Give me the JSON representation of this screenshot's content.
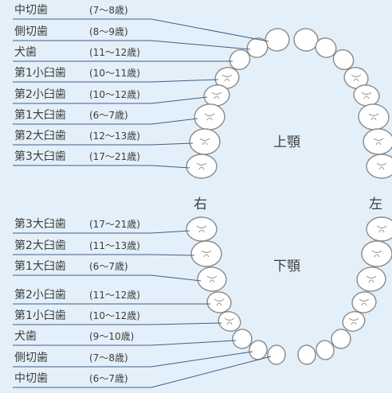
{
  "colors": {
    "background": "#e4f0f9",
    "leader_line": "#3e5f8a",
    "tooth_fill": "#ffffff",
    "tooth_stroke": "#8a8a8a"
  },
  "upper": {
    "jaw_label": "上顎",
    "rows": [
      {
        "tooth": "中切歯",
        "age": "(7〜8歳)"
      },
      {
        "tooth": "側切歯",
        "age": "(8〜9歳)"
      },
      {
        "tooth": "犬歯",
        "age": "(11〜12歳)"
      },
      {
        "tooth": "第1小臼歯",
        "age": "(10〜11歳)"
      },
      {
        "tooth": "第2小臼歯",
        "age": "(10〜12歳)"
      },
      {
        "tooth": "第1大臼歯",
        "age": "(6〜7歳)"
      },
      {
        "tooth": "第2大臼歯",
        "age": "(12〜13歳)"
      },
      {
        "tooth": "第3大臼歯",
        "age": "(17〜21歳)"
      }
    ]
  },
  "lower": {
    "jaw_label": "下顎",
    "rows": [
      {
        "tooth": "第3大臼歯",
        "age": "(17〜21歳)"
      },
      {
        "tooth": "第2大臼歯",
        "age": "(11〜13歳)"
      },
      {
        "tooth": "第1大臼歯",
        "age": "(6〜7歳)"
      },
      {
        "tooth": "第2小臼歯",
        "age": "(11〜12歳)"
      },
      {
        "tooth": "第1小臼歯",
        "age": "(10〜12歳)"
      },
      {
        "tooth": "犬歯",
        "age": "(9〜10歳)"
      },
      {
        "tooth": "側切歯",
        "age": "(7〜8歳)"
      },
      {
        "tooth": "中切歯",
        "age": "(6〜7歳)"
      }
    ]
  },
  "sides": {
    "right": "右",
    "left": "左"
  }
}
